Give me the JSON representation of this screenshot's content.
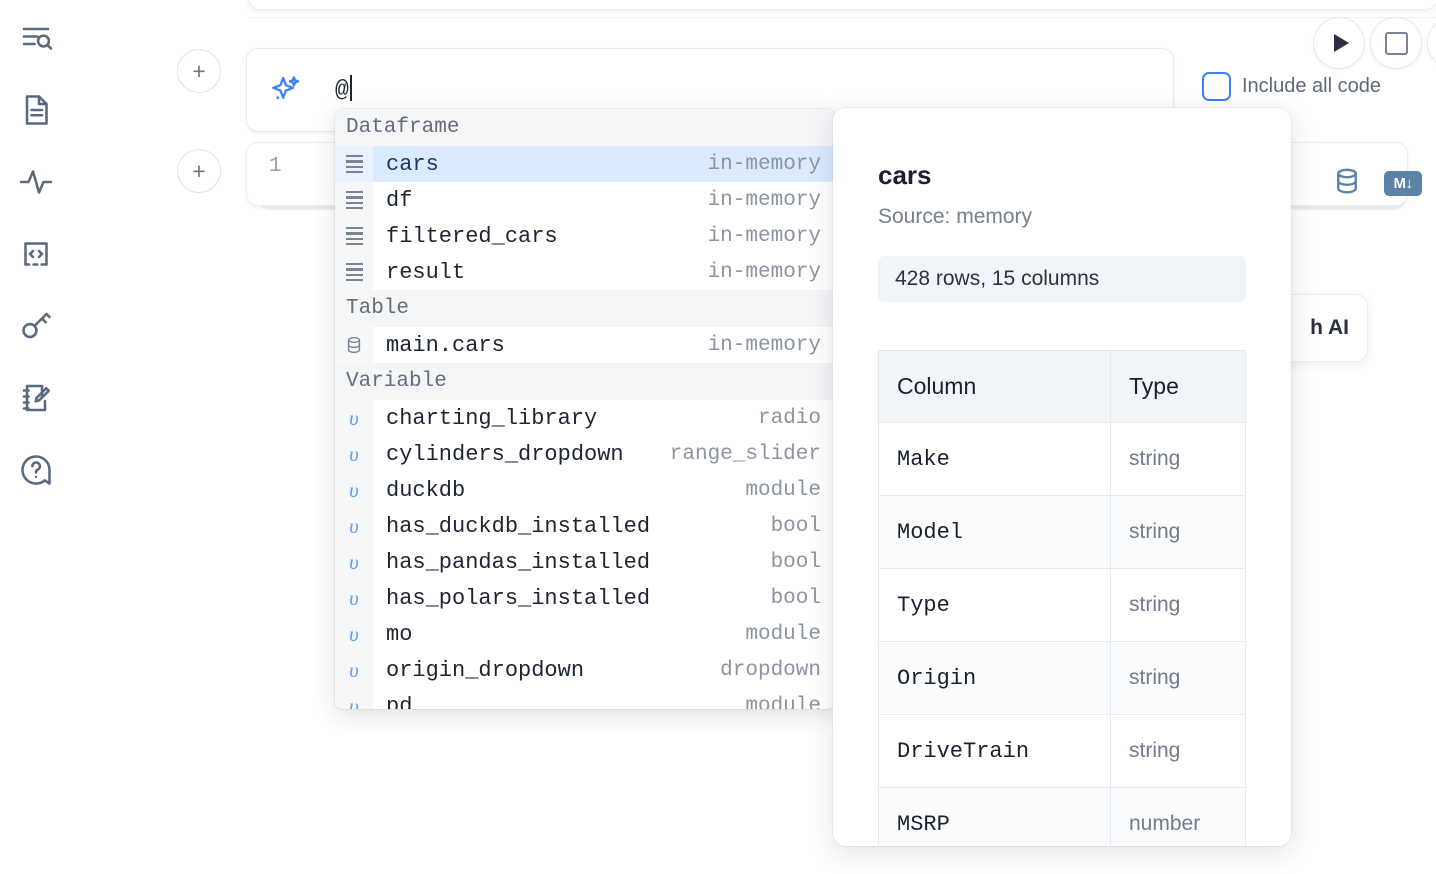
{
  "sidebar": {
    "items": [
      {
        "name": "outline-search-icon",
        "label": "Outline"
      },
      {
        "name": "file-document-icon",
        "label": "Notebook file"
      },
      {
        "name": "activity-pulse-icon",
        "label": "Activity"
      },
      {
        "name": "code-snippet-icon",
        "label": "Snippets"
      },
      {
        "name": "key-secrets-icon",
        "label": "Secrets"
      },
      {
        "name": "scratchpad-edit-icon",
        "label": "Scratchpad"
      },
      {
        "name": "help-question-icon",
        "label": "Help"
      }
    ]
  },
  "toolbar": {
    "run_label": "Run",
    "stop_label": "Stop",
    "extra_label": "More",
    "include_all_code_label": "Include all code",
    "include_all_code_checked": false,
    "accent_color": "#3b82f6"
  },
  "ai_prompt": {
    "icon": "sparkle-ai-icon",
    "value": "@",
    "placeholder": ""
  },
  "cell": {
    "line_number": "1",
    "icons": [
      {
        "name": "database-icon",
        "label": "Database"
      },
      {
        "name": "markdown-icon",
        "label": "M↓"
      }
    ]
  },
  "ai_card": {
    "label": "h AI"
  },
  "autocomplete": {
    "groups": [
      {
        "label": "Dataframe",
        "icon": "dataframe-rows-icon",
        "items": [
          {
            "name": "cars",
            "type": "in-memory",
            "selected": true
          },
          {
            "name": "df",
            "type": "in-memory",
            "selected": false
          },
          {
            "name": "filtered_cars",
            "type": "in-memory",
            "selected": false
          },
          {
            "name": "result",
            "type": "in-memory",
            "selected": false
          }
        ]
      },
      {
        "label": "Table",
        "icon": "database-table-icon",
        "items": [
          {
            "name": "main.cars",
            "type": "in-memory",
            "selected": false
          }
        ]
      },
      {
        "label": "Variable",
        "icon": "variable-icon",
        "items": [
          {
            "name": "charting_library",
            "type": "radio",
            "selected": false
          },
          {
            "name": "cylinders_dropdown",
            "type": "range_slider",
            "selected": false
          },
          {
            "name": "duckdb",
            "type": "module",
            "selected": false
          },
          {
            "name": "has_duckdb_installed",
            "type": "bool",
            "selected": false
          },
          {
            "name": "has_pandas_installed",
            "type": "bool",
            "selected": false
          },
          {
            "name": "has_polars_installed",
            "type": "bool",
            "selected": false
          },
          {
            "name": "mo",
            "type": "module",
            "selected": false
          },
          {
            "name": "origin_dropdown",
            "type": "dropdown",
            "selected": false
          },
          {
            "name": "pd",
            "type": "module",
            "selected": false
          }
        ]
      }
    ]
  },
  "preview": {
    "title": "cars",
    "source": "Source: memory",
    "shape": "428 rows, 15 columns",
    "columns_header": "Column",
    "type_header": "Type",
    "rows": [
      {
        "column": "Make",
        "type": "string"
      },
      {
        "column": "Model",
        "type": "string"
      },
      {
        "column": "Type",
        "type": "string"
      },
      {
        "column": "Origin",
        "type": "string"
      },
      {
        "column": "DriveTrain",
        "type": "string"
      },
      {
        "column": "MSRP",
        "type": "number"
      }
    ]
  }
}
